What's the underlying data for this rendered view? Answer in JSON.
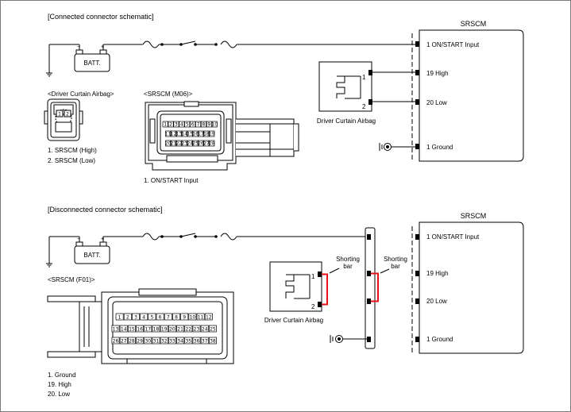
{
  "sections": {
    "connected": {
      "title": "[Connected connector schematic]",
      "srscm_title": "SRSCM",
      "srscm_pins": [
        "1 ON/START Input",
        "19 High",
        "20 Low",
        "1 Ground"
      ],
      "battery_label": "BATT.",
      "airbag_label": "Driver Curtain Airbag",
      "airbag_pin_numbers": [
        "1",
        "2"
      ],
      "driver_connector_title": "<Driver Curtain Airbag>",
      "driver_connector_pins": [
        "1. SRSCM (High)",
        "2. SRSCM (Low)"
      ],
      "driver_connector_cavities": [
        "1",
        "2"
      ],
      "srscm_connector_title": "<SRSCM (M06)>",
      "srscm_connector_pins": [
        "1. ON/START Input"
      ],
      "srscm_connector_rows": [
        [
          "1",
          "2",
          "3",
          "4",
          "5",
          "6",
          "7",
          "8",
          "9",
          "10"
        ],
        [
          "11",
          "12",
          "13",
          "14",
          "15",
          "16",
          "17",
          "18",
          "19"
        ],
        [
          "20",
          "21",
          "22",
          "23",
          "24",
          "25",
          "26",
          "27",
          "28"
        ]
      ]
    },
    "disconnected": {
      "title": "[Disconnected connector schematic]",
      "srscm_title": "SRSCM",
      "srscm_pins": [
        "1 ON/START Input",
        "19 High",
        "20 Low",
        "1 Ground"
      ],
      "battery_label": "BATT.",
      "airbag_label": "Driver Curtain Airbag",
      "airbag_pin_numbers": [
        "1",
        "2"
      ],
      "shorting_bar_left": [
        "Shorting",
        "bar"
      ],
      "shorting_bar_right": [
        "Shorting",
        "bar"
      ],
      "srscm_connector_title": "<SRSCM (F01)>",
      "srscm_connector_pins": [
        "1. Ground",
        "19. High",
        "20. Low"
      ],
      "srscm_connector_rows": [
        [
          "1",
          "2",
          "3",
          "4",
          "5",
          "6",
          "7",
          "8",
          "9",
          "10",
          "11",
          "12"
        ],
        [
          "13",
          "14",
          "15",
          "16",
          "17",
          "18",
          "19",
          "20",
          "21",
          "22",
          "23",
          "24",
          "25"
        ],
        [
          "26",
          "27",
          "28",
          "29",
          "30",
          "31",
          "32",
          "33",
          "34",
          "35",
          "36",
          "37",
          "38"
        ]
      ]
    }
  },
  "colors": {
    "shorting_bar": "#e8101a",
    "line": "#000000",
    "frame": "#7a7a7a"
  }
}
